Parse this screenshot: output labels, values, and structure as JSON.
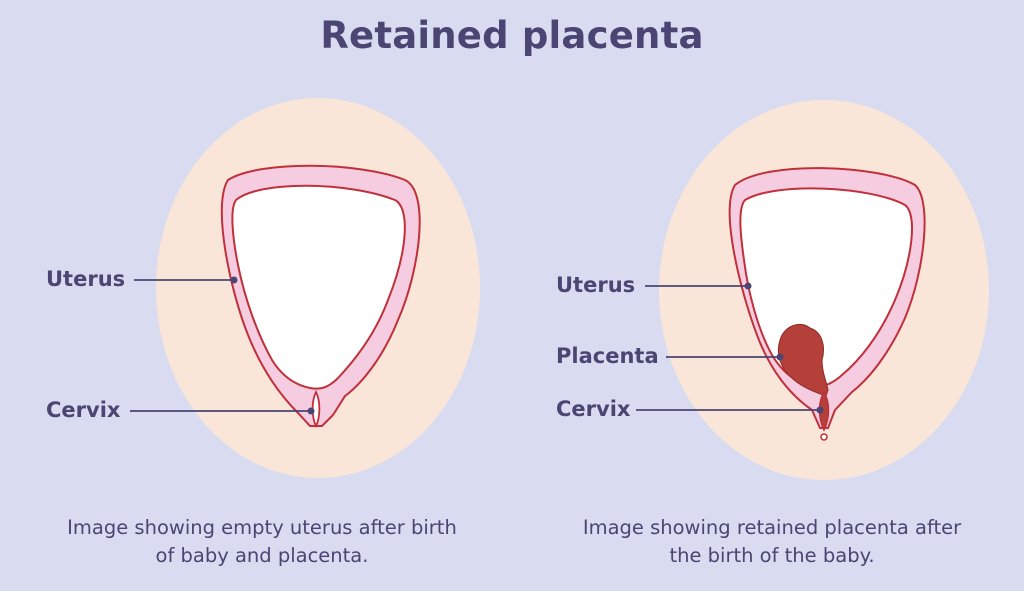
{
  "title": "Retained placenta",
  "left_panel": {
    "labels": {
      "uterus": "Uterus",
      "cervix": "Cervix"
    },
    "caption_line1": "Image showing empty uterus after birth",
    "caption_line2": "of baby and placenta."
  },
  "right_panel": {
    "labels": {
      "uterus": "Uterus",
      "placenta": "Placenta",
      "cervix": "Cervix"
    },
    "caption_line1": "Image showing retained placenta after",
    "caption_line2": "the birth of the baby."
  },
  "colors": {
    "background": "#d9dcf0",
    "halo": "#f9e6d8",
    "uterus_wall": "#f6cde0",
    "outline": "#c0303a",
    "placenta": "#b5403a",
    "text": "#4a4573"
  }
}
